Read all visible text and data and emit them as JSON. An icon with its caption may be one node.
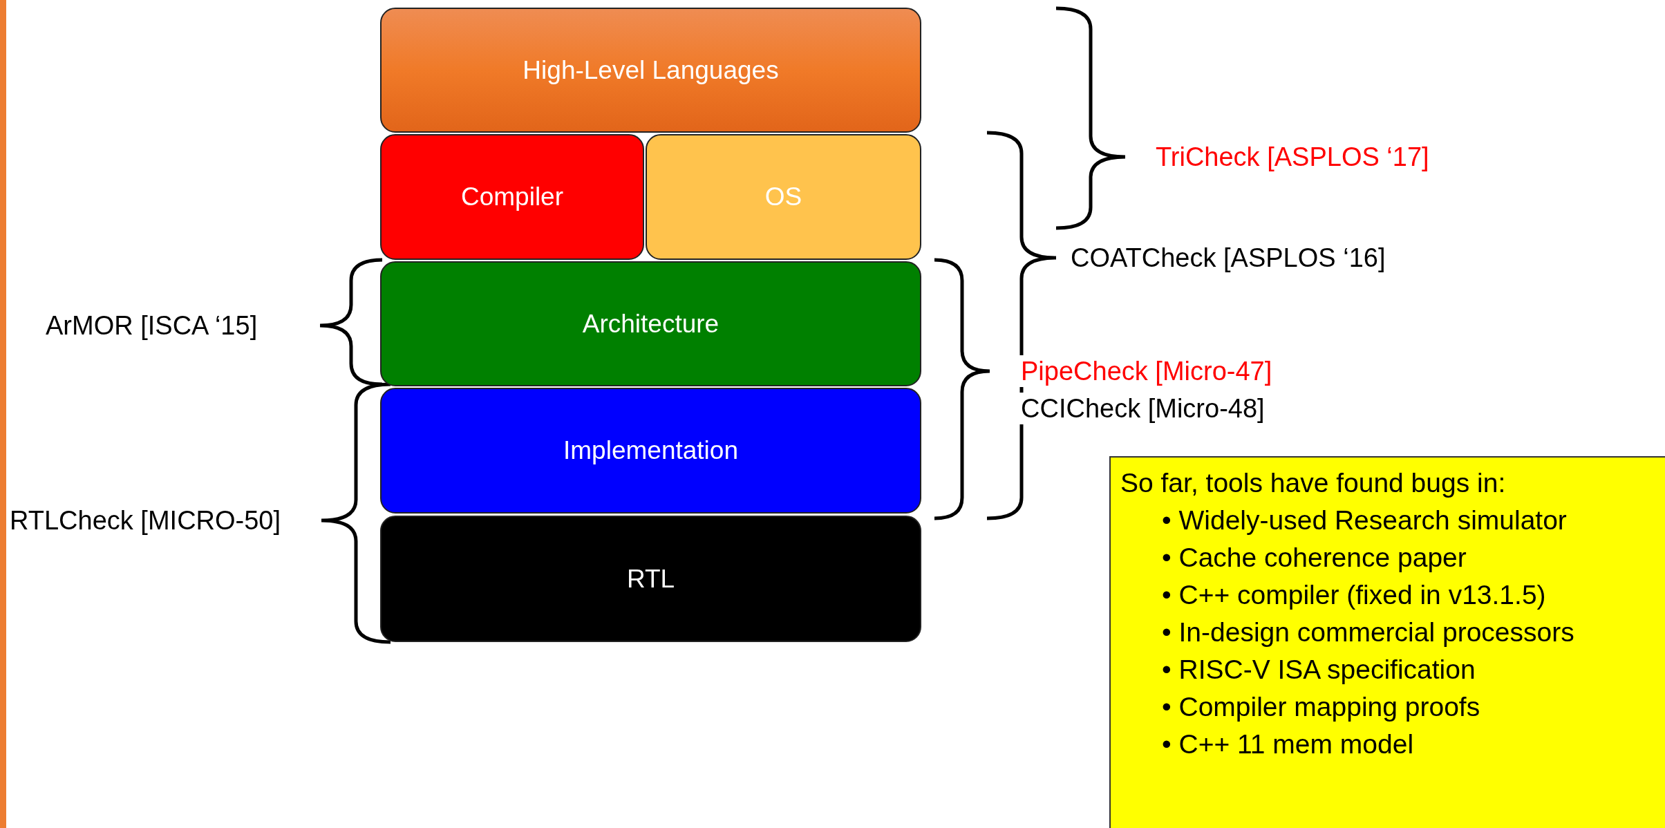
{
  "diagram": {
    "nodes": [
      {
        "text": [
          "High-Level Languages"
        ]
      },
      {
        "text": [
          "Compiler"
        ]
      },
      {
        "text": [
          "OS"
        ]
      },
      {
        "text": [
          "Architecture"
        ]
      },
      {
        "text": [
          "Implementation"
        ]
      },
      {
        "text": [
          "RTL"
        ]
      },
      {
        "text": [
          "So far, tools have found bugs in:",
          "• Widely-used Research simulator",
          "• Cache coherence paper",
          "• C++ compiler (fixed in v13.1.5)",
          "• In-design commercial processors",
          "• RISC-V ISA specification",
          "• Compiler mapping proofs",
          "• C++ 11 mem model"
        ]
      }
    ],
    "labels": [
      "TriCheck [ASPLOS ‘17]",
      "COATCheck [ASPLOS ‘16]",
      "ArMOR [ISCA ‘15]",
      "PipeCheck [Micro-47]",
      "CCICheck [Micro-48]",
      "RTLCheck [MICRO-50]"
    ]
  }
}
